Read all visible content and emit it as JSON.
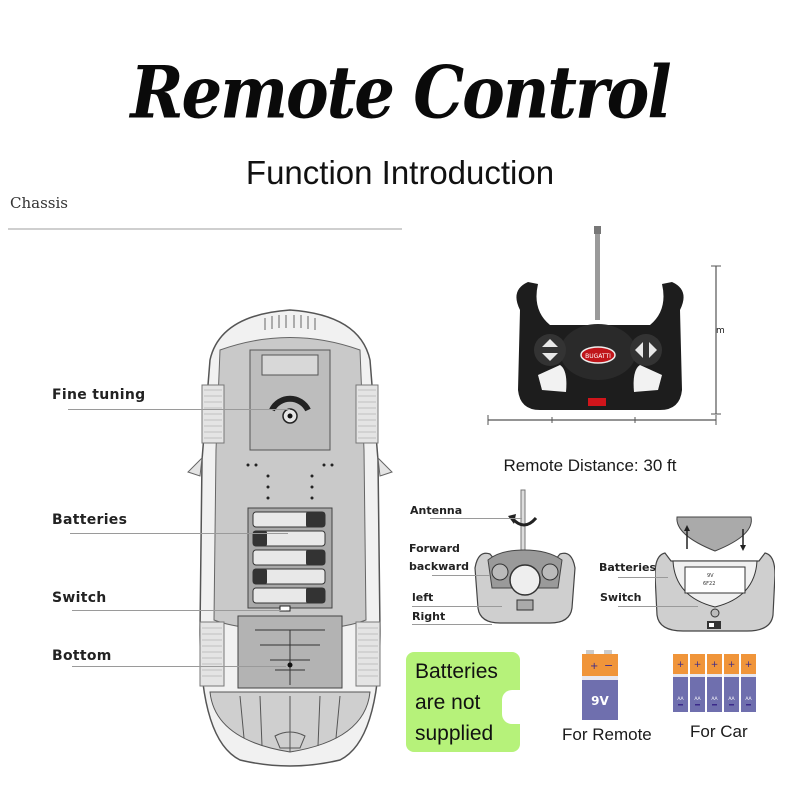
{
  "header": {
    "title": "Remote Control",
    "subtitle": "Function Introduction"
  },
  "chassis": {
    "section_label": "Chassis",
    "callouts": [
      {
        "label": "Fine tuning"
      },
      {
        "label": "Batteries"
      },
      {
        "label": "Switch"
      },
      {
        "label": "Bottom"
      }
    ]
  },
  "remote": {
    "brand_badge": "BUGATTI",
    "height_marker": "m",
    "distance_text": "Remote Distance: 30 ft",
    "front_diagram_labels": [
      "Antenna",
      "Forward",
      "backward",
      "left",
      "Right"
    ],
    "back_diagram_labels": [
      "Batteries",
      "Switch"
    ],
    "compartment_text": [
      "9V",
      "6F22"
    ]
  },
  "batteries": {
    "notice_lines": [
      "Batteries",
      "are not",
      "supplied"
    ],
    "remote_battery_label": "9V",
    "remote_caption": "For Remote",
    "car_battery_label": "AA",
    "car_battery_count": 5,
    "car_caption": "For Car",
    "colors": {
      "notice_bg": "#b6f27a",
      "battery_cap": "#f0953a",
      "battery_body": "#6f6fae",
      "terminal_mark": "#3b2a8a"
    }
  }
}
